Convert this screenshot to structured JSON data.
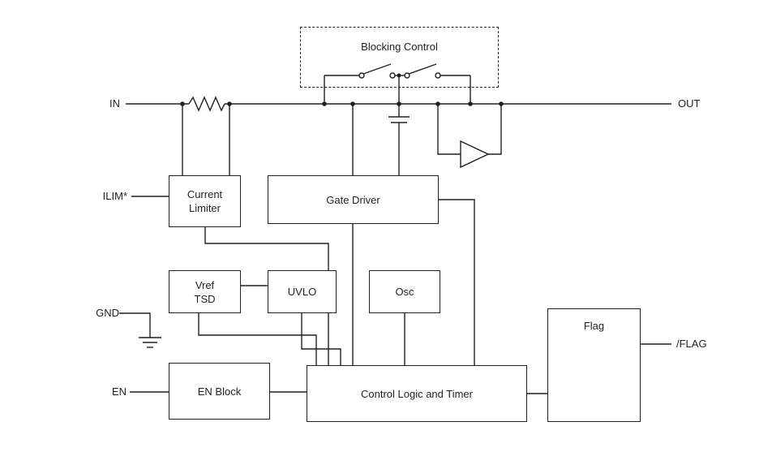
{
  "labels": {
    "in": "IN",
    "out": "OUT",
    "ilim": "ILIM*",
    "gnd": "GND",
    "en": "EN",
    "nflag": "/FLAG"
  },
  "blocks": {
    "blocking_control": {
      "label": "Blocking Control"
    },
    "current_limiter": {
      "line1": "Current",
      "line2": "Limiter"
    },
    "gate_driver": {
      "label": "Gate Driver"
    },
    "vref_tsd": {
      "line1": "Vref",
      "line2": "TSD"
    },
    "uvlo": {
      "label": "UVLO"
    },
    "osc": {
      "label": "Osc"
    },
    "en_block": {
      "label": "EN Block"
    },
    "control_logic": {
      "label": "Control Logic and Timer"
    },
    "flag": {
      "label": "Flag"
    }
  },
  "colors": {
    "stroke": "#231f20",
    "background": "#ffffff"
  }
}
